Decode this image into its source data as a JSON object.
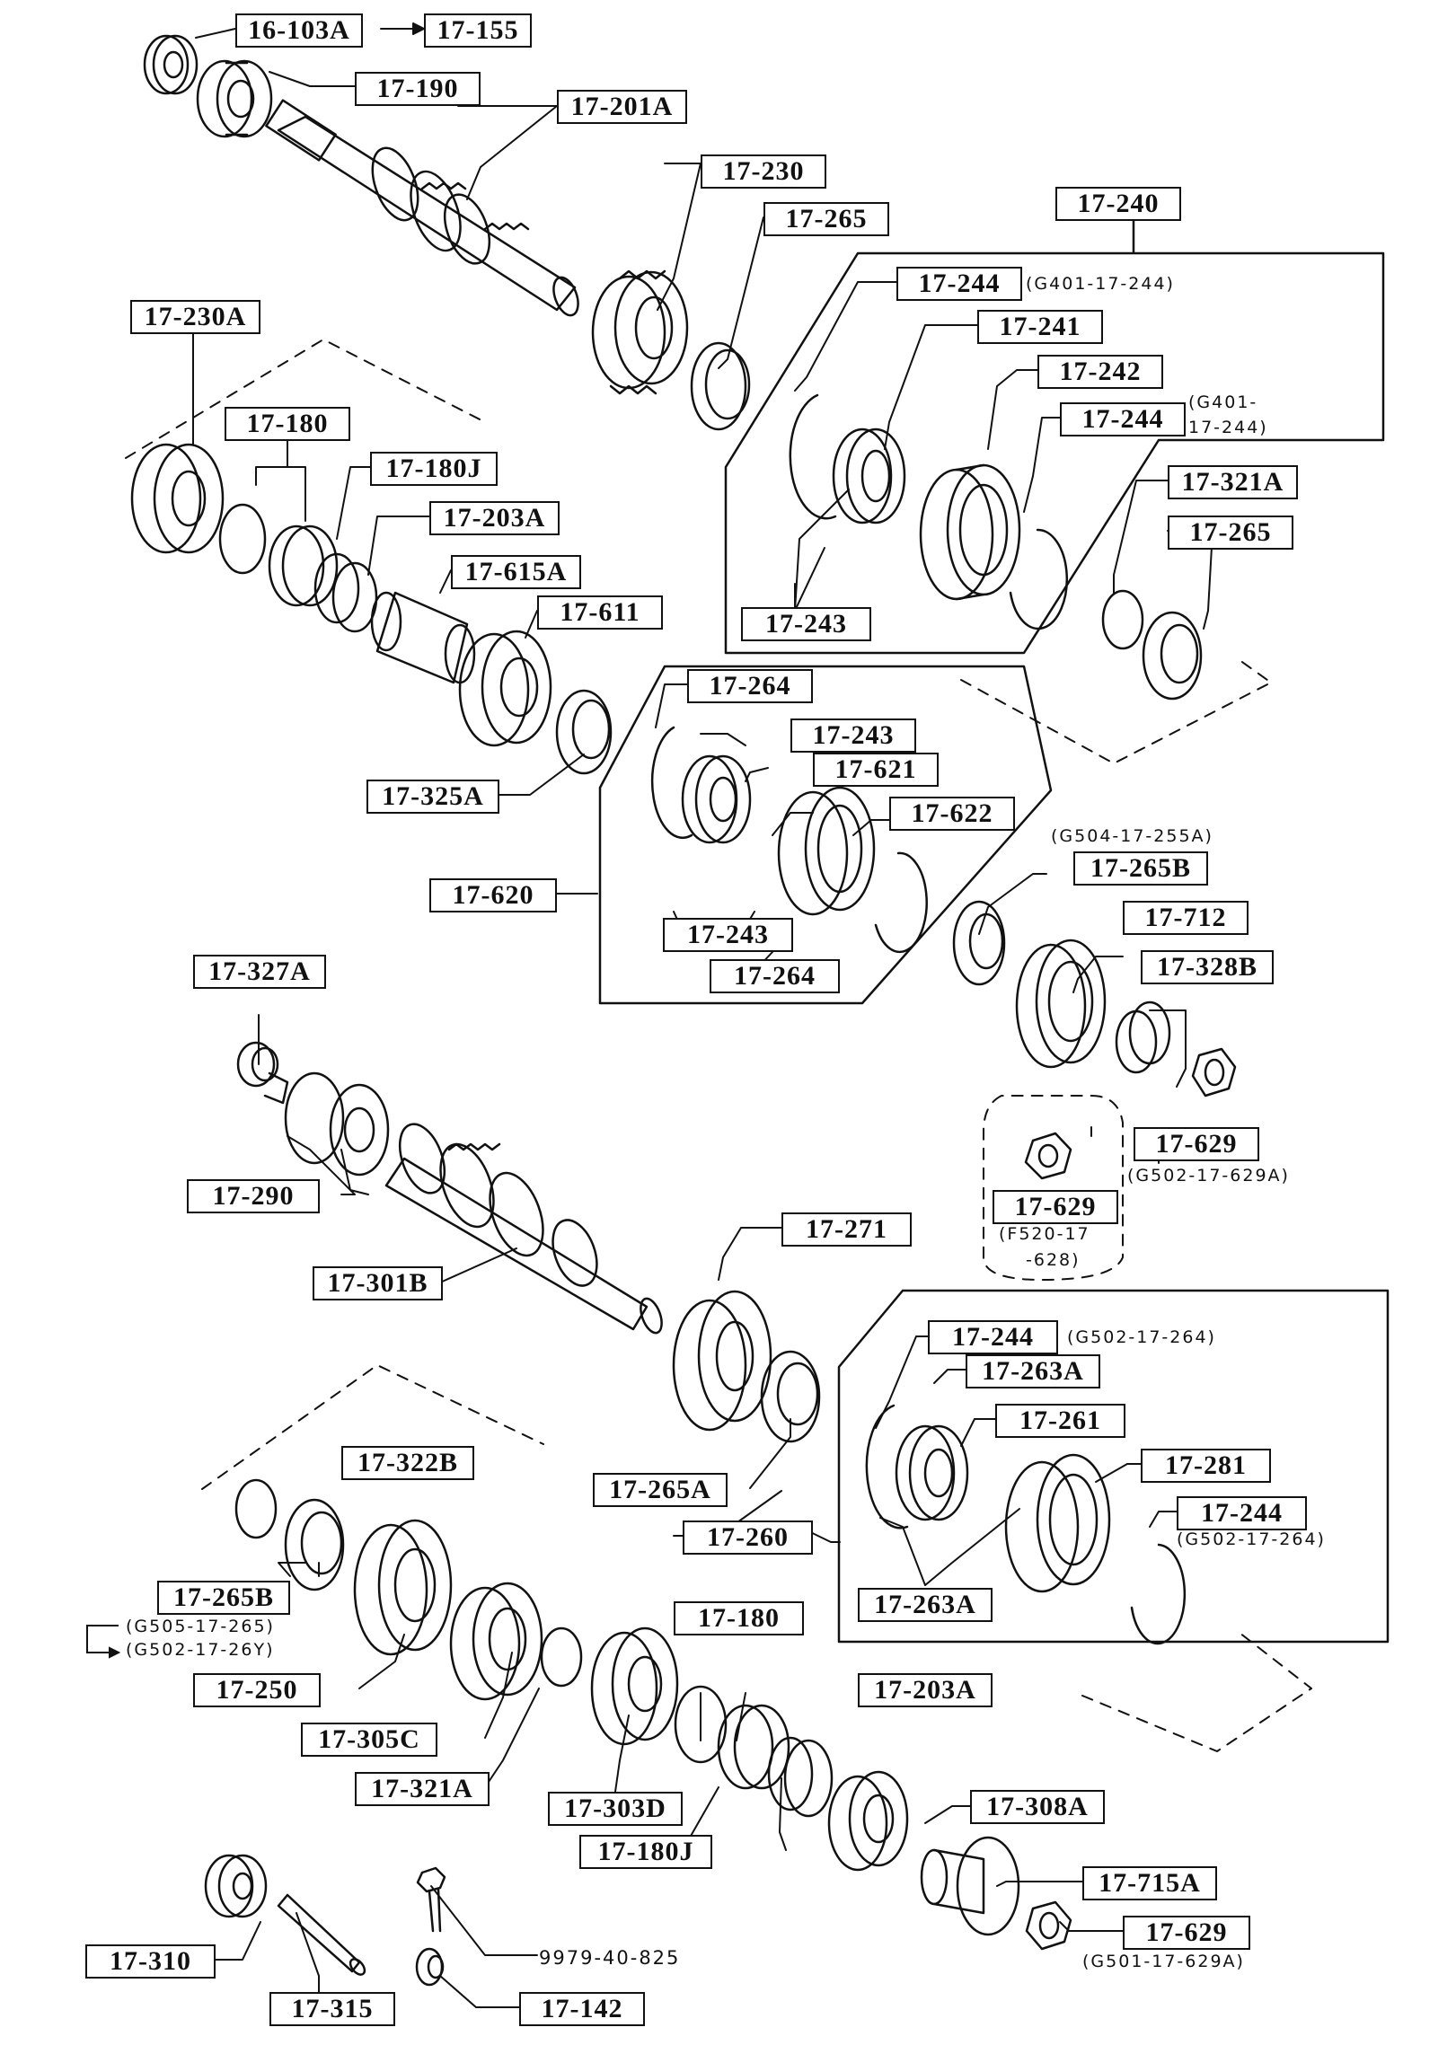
{
  "parts": [
    "16-103A",
    "17-155",
    "17-190",
    "17-201A",
    "17-230",
    "17-265",
    "17-240",
    "17-244",
    "17-241",
    "17-242",
    "17-244",
    "17-243",
    "17-321A",
    "17-265",
    "17-230A",
    "17-180",
    "17-180J",
    "17-203A",
    "17-615A",
    "17-611",
    "17-325A",
    "17-264",
    "17-243",
    "17-621",
    "17-622",
    "17-620",
    "17-243",
    "17-264",
    "17-265B",
    "17-712",
    "17-328B",
    "17-327A",
    "17-290",
    "17-629",
    "17-629",
    "17-301B",
    "17-271",
    "17-244",
    "17-263A",
    "17-261",
    "17-281",
    "17-244",
    "17-263A",
    "17-260",
    "17-265A",
    "17-322B",
    "17-265B",
    "17-250",
    "17-305C",
    "17-321A",
    "17-303D",
    "17-180J",
    "17-180",
    "17-203A",
    "17-308A",
    "17-715A",
    "17-629",
    "17-310",
    "17-315",
    "17-142"
  ],
  "notes": [
    "(G401-17-244)",
    "(G401-",
    "17-244)",
    "(G504-17-255A)",
    "(G502-17-629A)",
    "(F520-17",
    "-628)",
    "(G502-17-264)",
    "(G502-17-264)",
    "(G505-17-265)",
    "(G502-17-26Y)",
    "9979-40-825",
    "(G501-17-629A)"
  ]
}
